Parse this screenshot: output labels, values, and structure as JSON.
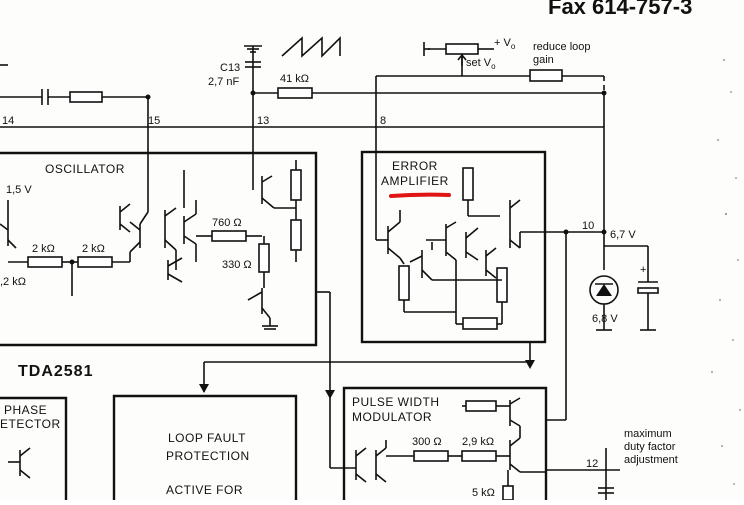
{
  "header": {
    "fax_partial": "Fax 614-757-3"
  },
  "chip": {
    "name": "TDA2581"
  },
  "blocks": {
    "oscillator": "OSCILLATOR",
    "error_amp_line1": "ERROR",
    "error_amp_line2": "AMPLIFIER",
    "pwm_line1": "PULSE WIDTH",
    "pwm_line2": "MODULATOR",
    "loop_fault_line1": "LOOP FAULT",
    "loop_fault_line2": "PROTECTION",
    "loop_fault_line3": "ACTIVE FOR",
    "phase_line1": "PHASE",
    "phase_line2": "ETECTOR"
  },
  "components": {
    "c13_name": "C13",
    "c13_value": "2,7 nF",
    "r_41k": "41 kΩ",
    "r_760": "760 Ω",
    "r_330": "330 Ω",
    "r_2k_a": "2 kΩ",
    "r_2k_b": "2 kΩ",
    "r_2k_left": ",2 kΩ",
    "v_1_5": "1,5 V",
    "r_300": "300 Ω",
    "r_2_9k": "2,9 kΩ",
    "r_5k": "5 kΩ",
    "v_6_7": "6,7 V",
    "v_6_8": "6,8 V",
    "vo_supply": "+ V",
    "vo_sub": "o",
    "set_vo": "set V",
    "set_vo_sub": "o",
    "reduce_loop_line1": "reduce loop",
    "reduce_loop_line2": "gain",
    "max_duty_line1": "maximum",
    "max_duty_line2": "duty factor",
    "max_duty_line3": "adjustment"
  },
  "pins": {
    "p14": "14",
    "p15": "15",
    "p13": "13",
    "p8": "8",
    "p10": "10",
    "p12": "12"
  },
  "colors": {
    "ink": "#111111",
    "highlight": "#e01515",
    "paper": "#fdfdfb"
  }
}
